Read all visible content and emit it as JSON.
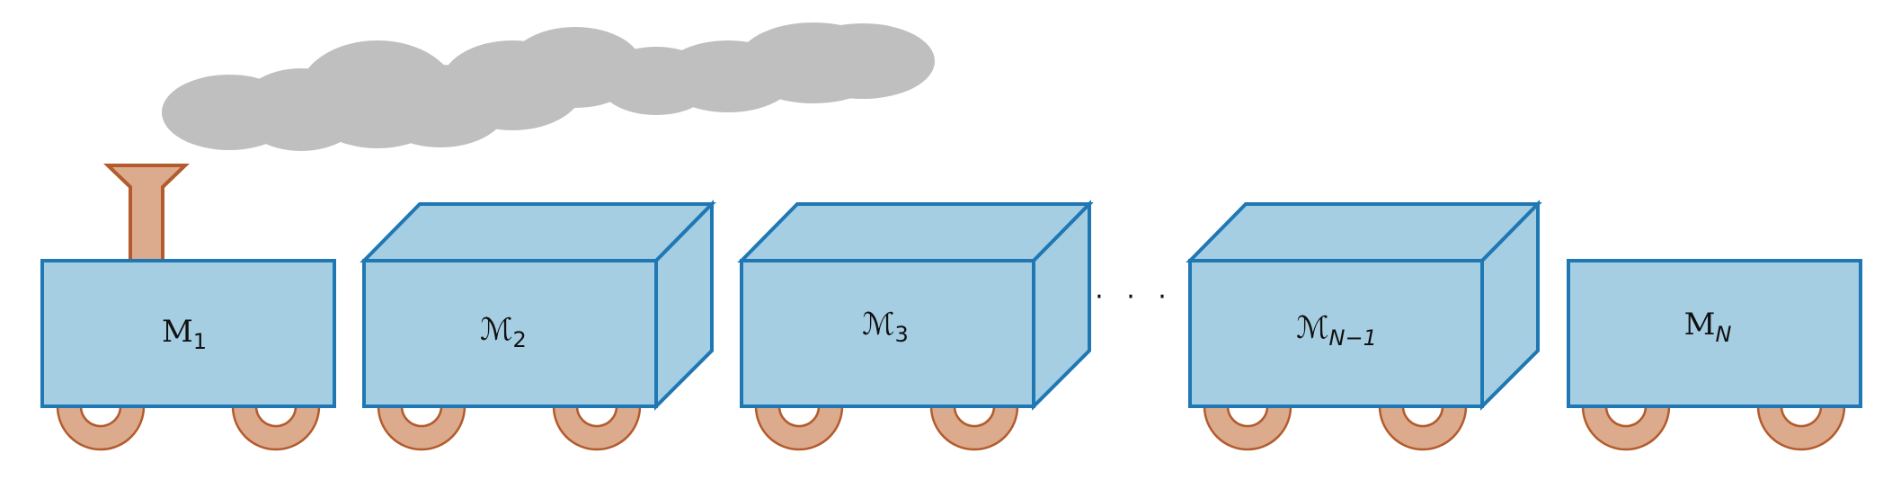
{
  "diagram": {
    "cars": [
      {
        "base": "M",
        "sub": "1",
        "type": "locomotive"
      },
      {
        "base": "ℳ",
        "sub": "2",
        "type": "box"
      },
      {
        "base": "ℳ",
        "sub": "3",
        "type": "box"
      },
      {
        "base": "ℳ",
        "sub": "N−1",
        "type": "box"
      },
      {
        "base": "M",
        "sub": "N",
        "type": "flat"
      }
    ],
    "ellipsis": "· · ·",
    "colors": {
      "car_fill": "#a6cee3",
      "car_stroke": "#1f78b4",
      "wheel_fill": "#dcaa8c",
      "wheel_stroke": "#b35b2c",
      "smoke": "#bfbfbf"
    }
  }
}
